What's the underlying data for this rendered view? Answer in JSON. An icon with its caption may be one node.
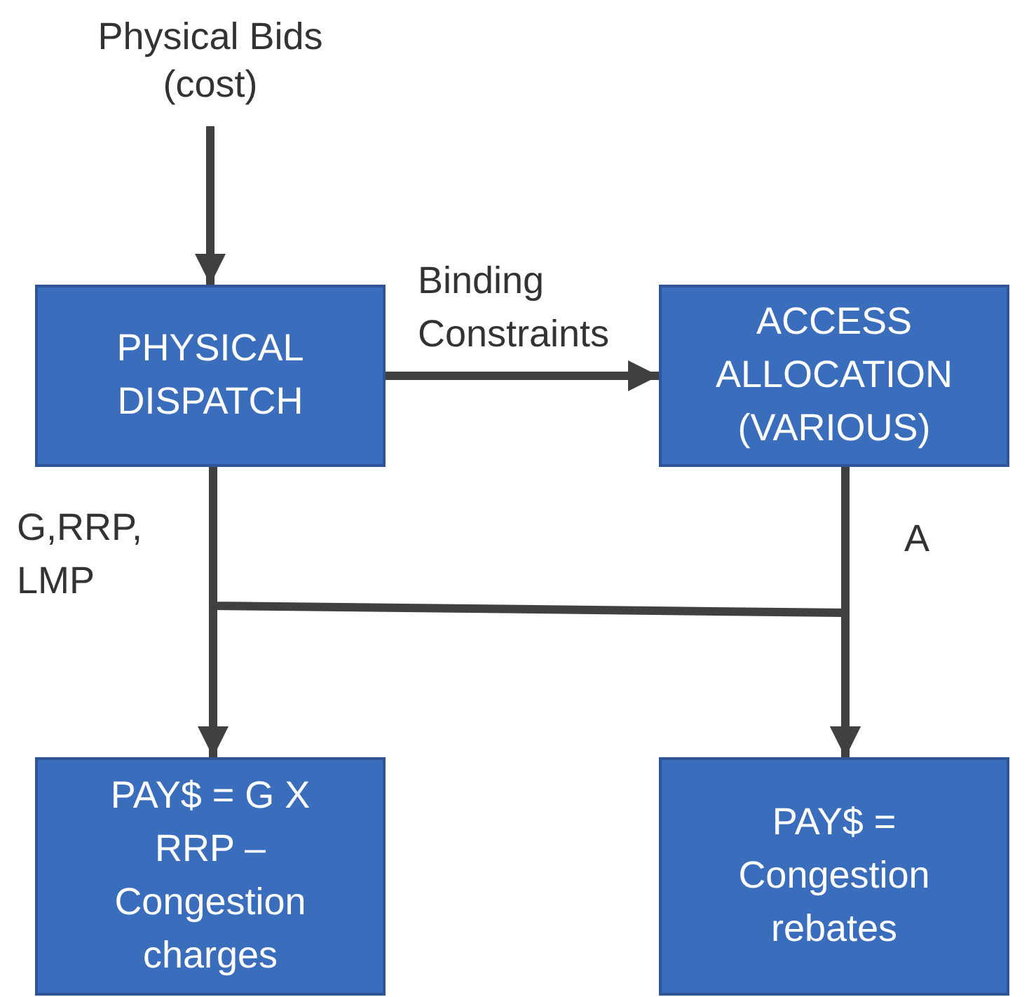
{
  "diagram": {
    "nodes": [
      {
        "text": [
          "Physical Bids (cost)"
        ]
      },
      {
        "text": [
          "PHYSICAL DISPATCH"
        ]
      },
      {
        "text": [
          "ACCESS ALLOCATION (VARIOUS)"
        ]
      },
      {
        "text": [
          "PAY$ = G X RRP – Congestion charges"
        ]
      },
      {
        "text": [
          "PAY$ = Congestion rebates"
        ]
      }
    ],
    "edges": [
      {
        "from": 0,
        "to": 1,
        "arrow": "to"
      },
      {
        "from": 1,
        "to": 2,
        "arrow": "to",
        "label": "Binding Constraints"
      },
      {
        "from": 1,
        "to": 3,
        "arrow": "to",
        "label": "G,RRP, LMP"
      },
      {
        "from": 1,
        "to": 4,
        "arrow": "to"
      },
      {
        "from": 2,
        "to": 4,
        "arrow": "to",
        "label": "A"
      }
    ]
  }
}
